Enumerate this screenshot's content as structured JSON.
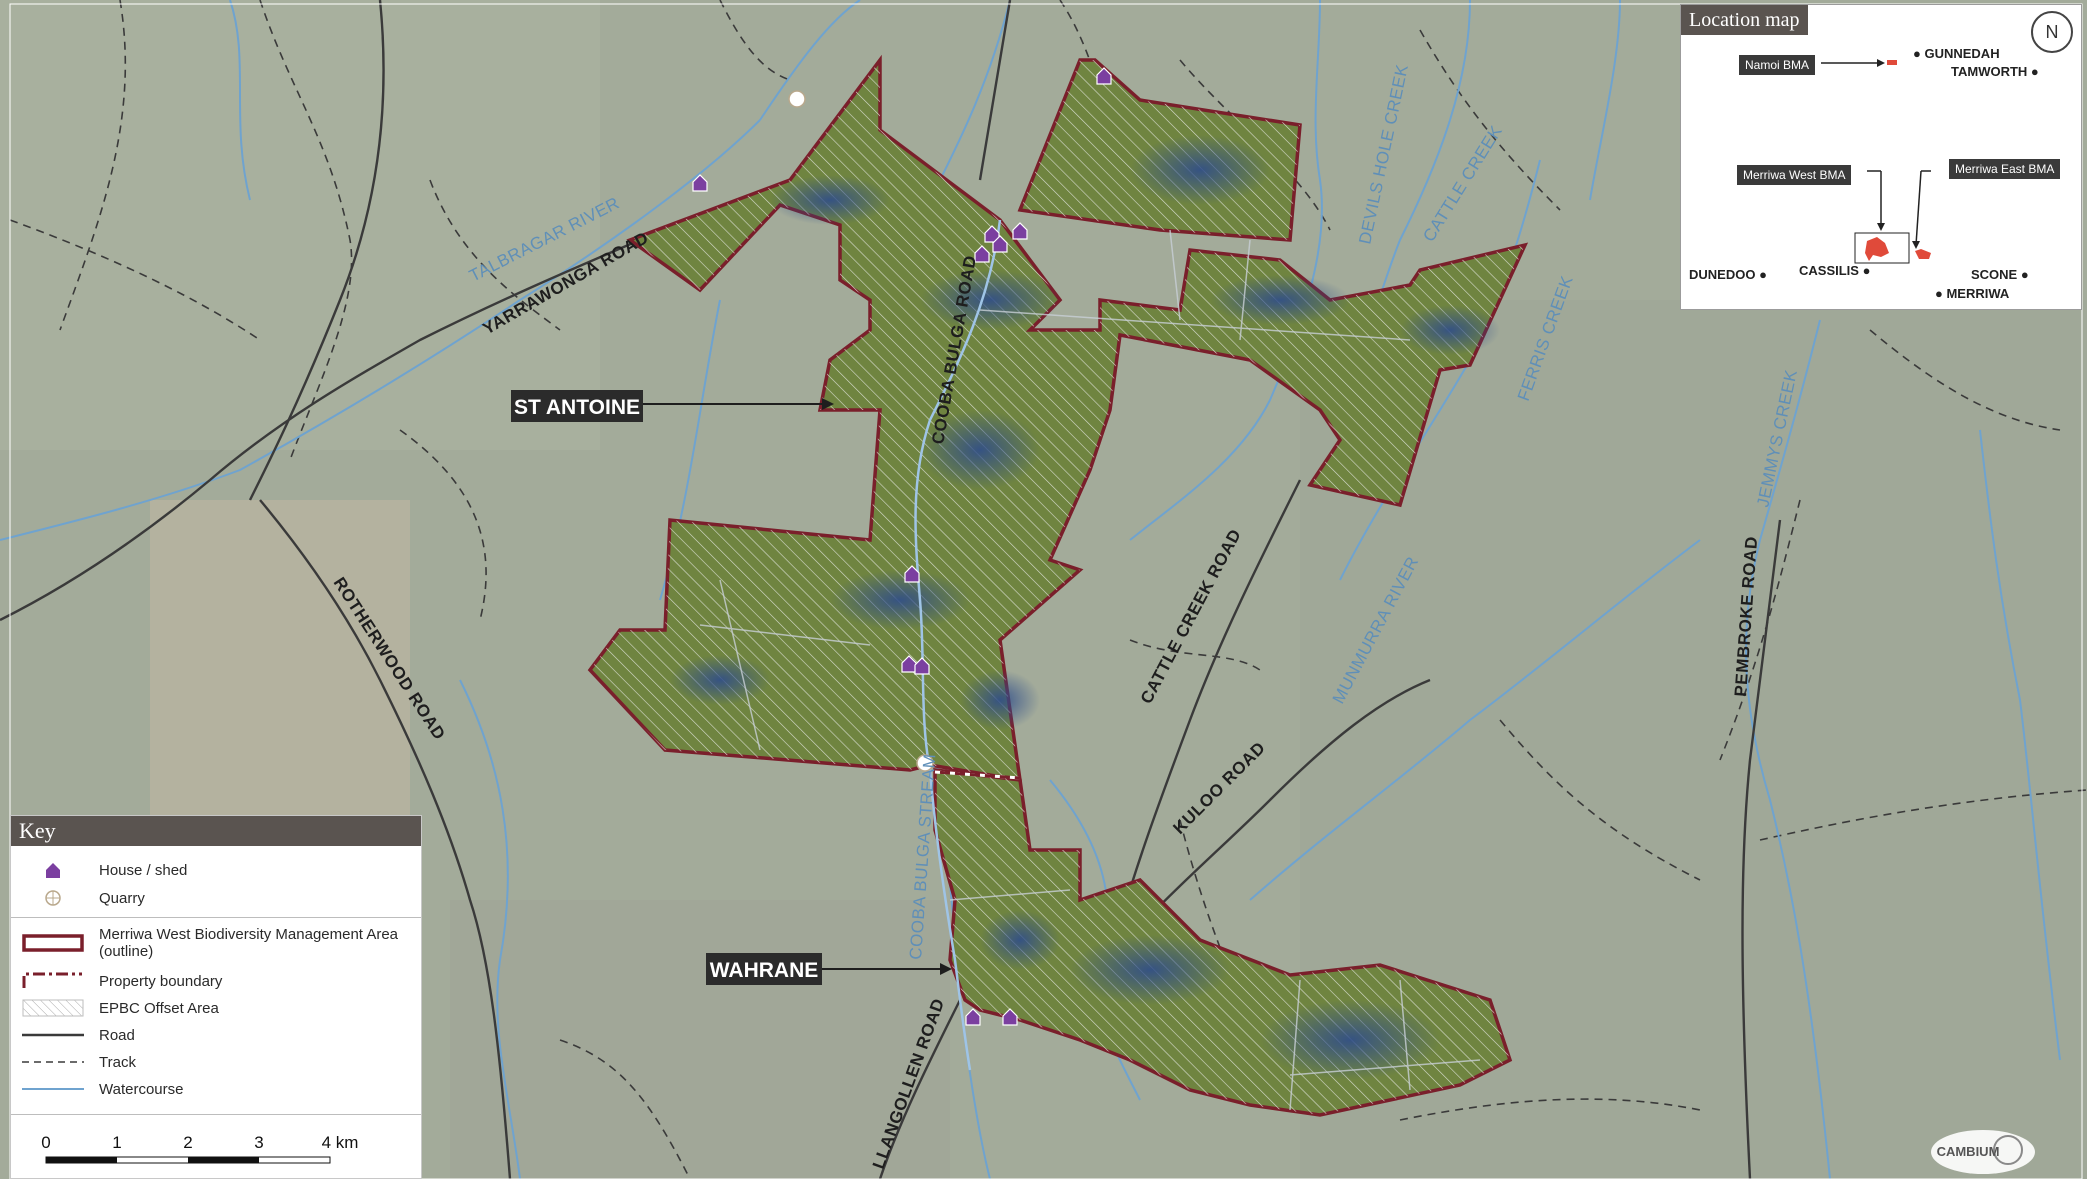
{
  "labels": {
    "property_1": "ST ANTOINE",
    "property_2": "WAHRANE",
    "roads": [
      "YARRAWONGA ROAD",
      "ROTHERWOOD ROAD",
      "COOBA BULGA ROAD",
      "CATTLE CREEK ROAD",
      "KULOO ROAD",
      "LLANGOLLEN ROAD",
      "PEMBROKE ROAD"
    ],
    "water": [
      "TALBRAGAR RIVER",
      "DEVILS HOLE CREEK",
      "CATTLE CREEK",
      "FERRIS CREEK",
      "MUNMURRA RIVER",
      "JEMMYS CREEK",
      "COOBA BULGA STREAM"
    ]
  },
  "key": {
    "title": "Key",
    "items": [
      {
        "label": "House / shed",
        "icon": "house-icon"
      },
      {
        "label": "Quarry",
        "icon": "quarry-icon"
      },
      {
        "label": "Merriwa West Biodiversity Management Area (outline)",
        "icon": "bma-outline"
      },
      {
        "label": "Property boundary",
        "icon": "property-boundary"
      },
      {
        "label": "EPBC Offset Area",
        "icon": "hatch"
      },
      {
        "label": "Road",
        "icon": "road-line"
      },
      {
        "label": "Track",
        "icon": "track-line"
      },
      {
        "label": "Watercourse",
        "icon": "water-line"
      }
    ]
  },
  "scale": {
    "ticks": [
      "0",
      "1",
      "2",
      "3",
      "4 km"
    ]
  },
  "location_map": {
    "title": "Location map",
    "towns": [
      "GUNNEDAH",
      "TAMWORTH",
      "DUNEDOO",
      "CASSILIS",
      "SCONE",
      "MERRIWA"
    ],
    "tags": [
      "Namoi BMA",
      "Merriwa West BMA",
      "Merriwa East BMA"
    ],
    "north": "N"
  },
  "logo": "CAMBIUM",
  "colors": {
    "boundary": "#7a1f2b",
    "house": "#7b3fa0",
    "water": "#6fa3cf",
    "road": "#3a3a3a",
    "offset_fill": "#6f8440"
  }
}
